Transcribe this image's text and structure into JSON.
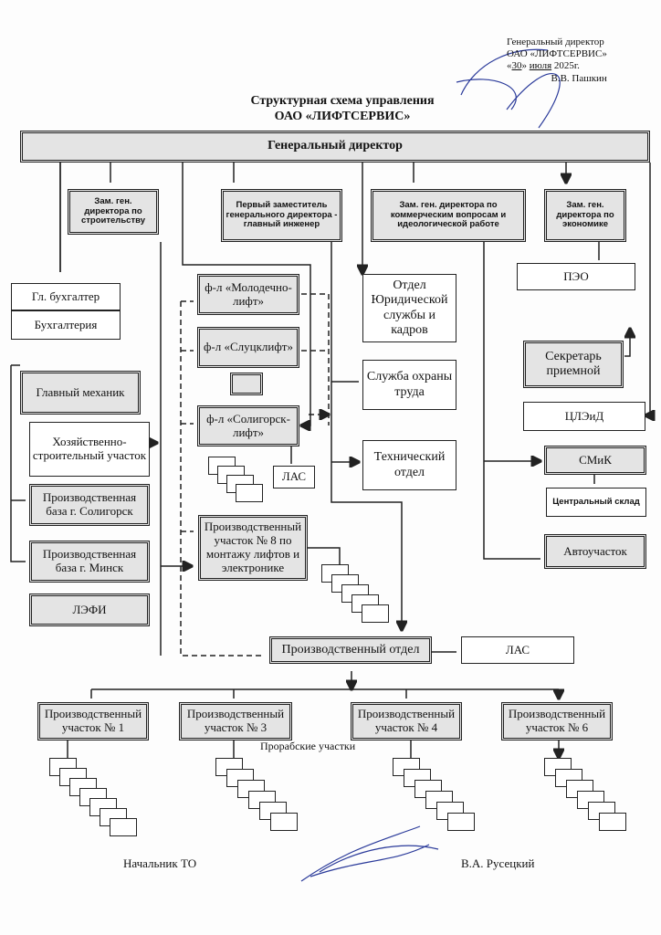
{
  "approval": {
    "line1": "Генеральный директор",
    "line2": "ОАО «ЛИФТСЕРВИС»",
    "date_day": "30",
    "date_month": "июля",
    "date_year": "2025г.",
    "signer": "В.В. Пашкин"
  },
  "title": {
    "line1": "Структурная схема управления",
    "line2": "ОАО «ЛИФТСЕРВИС»"
  },
  "nodes": {
    "gen_director": "Генеральный директор",
    "dep_construction": "Зам. ген. директора по строительству",
    "first_deputy": "Первый заместитель генерального директора - главный инженер",
    "dep_commercial": "Зам. ген. директора по коммерческим вопросам и идеологической работе",
    "dep_economics": "Зам. ген. директора по экономике",
    "chief_accountant": "Гл. бухгалтер",
    "accounting": "Бухгалтерия",
    "chief_mechanic": "Главный механик",
    "household": "Хозяйственно-строительный участок",
    "base_soligorsk": "Производственная база г. Солигорск",
    "base_minsk": "Производственная база г. Минск",
    "lefi": "ЛЭФИ",
    "branch_molodechno": "ф-л «Молодечно-лифт»",
    "branch_slutsk": "ф-л «Слуцклифт»",
    "branch_soligorsk": "ф-л «Солигорск-лифт»",
    "las_branch": "ЛАС",
    "legal": "Отдел Юридической службы и кадров",
    "safety": "Служба охраны труда",
    "technical": "Технический отдел",
    "peo": "ПЭО",
    "secretary": "Секретарь приемной",
    "tsleid": "ЦЛЭиД",
    "smik": "СМиК",
    "warehouse": "Центральный склад",
    "auto": "Автоучасток",
    "site8": "Производственный участок № 8 по монтажу лифтов и электронике",
    "prod_dept": "Производственный отдел",
    "las_main": "ЛАС",
    "site1": "Производственный участок № 1",
    "site3": "Производственный участок № 3",
    "site4": "Производственный участок № 4",
    "site6": "Производственный участок № 6"
  },
  "foreman_label": "Прорабские участки",
  "footer": {
    "left": "Начальник ТО",
    "right": "В.А. Русецкий"
  }
}
